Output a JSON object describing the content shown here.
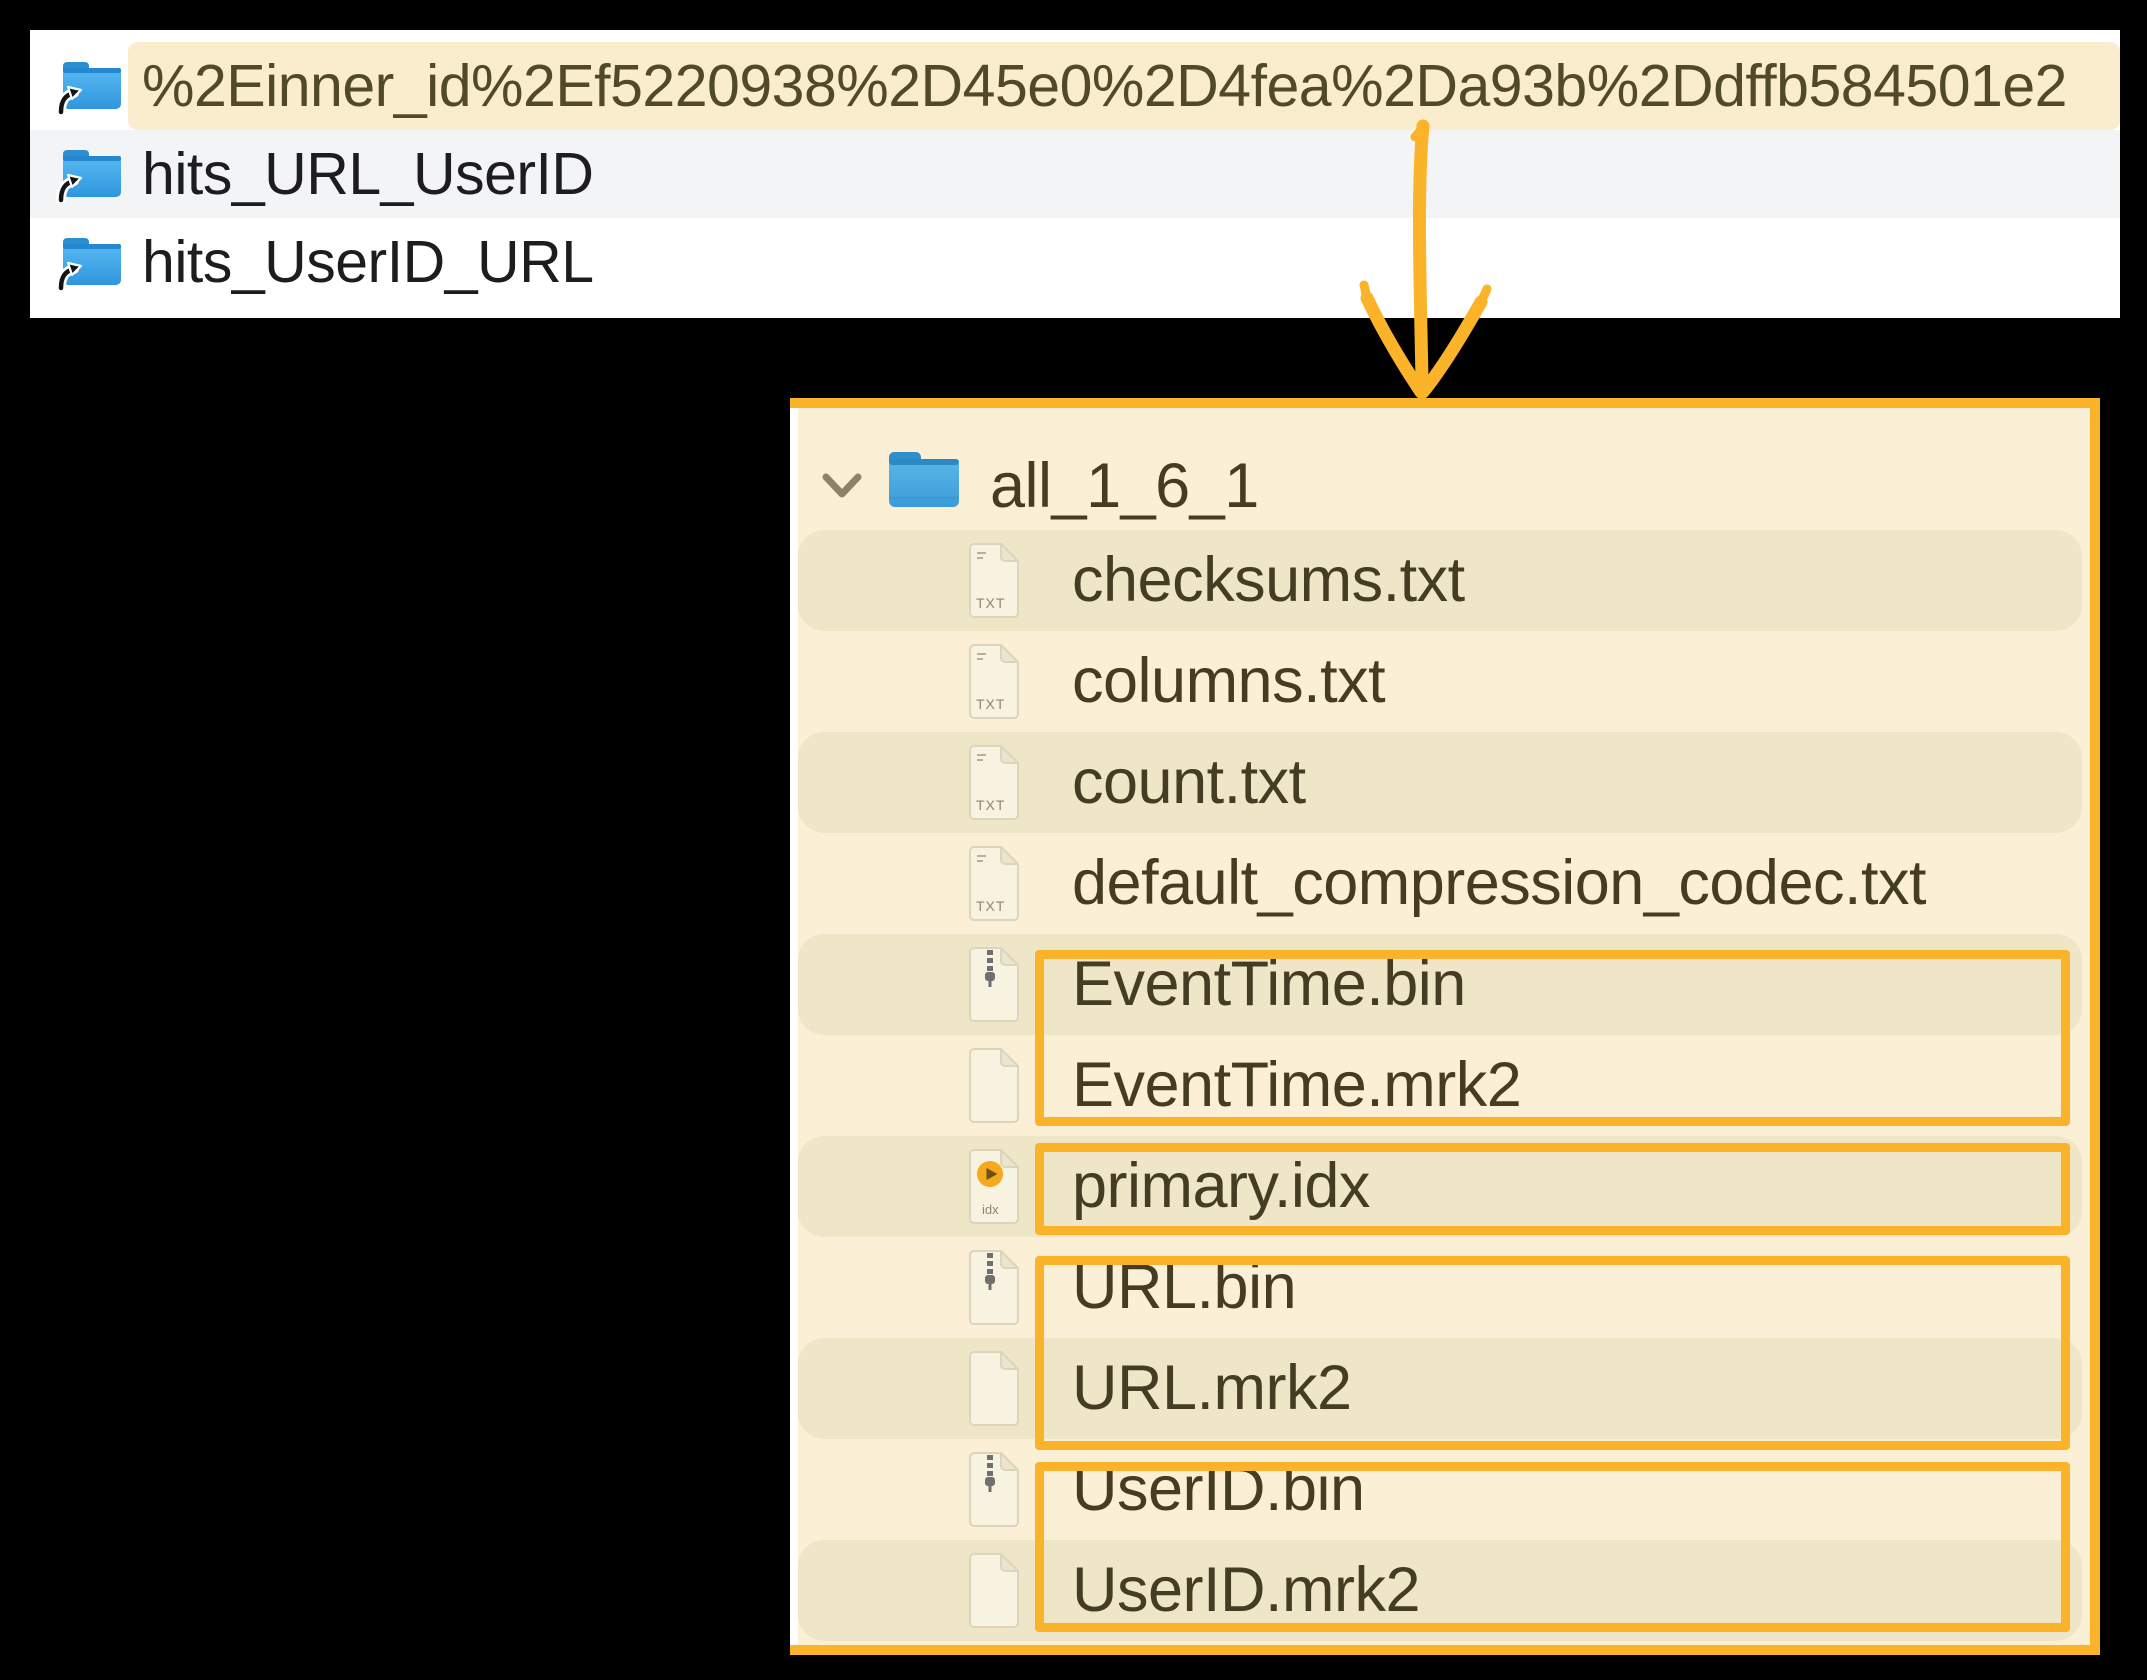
{
  "colors": {
    "annotation_orange": "#FBB32A",
    "selected_row_cream": "#FAEDCD",
    "alt_row_gray": "#F2F4F5",
    "panel_cream": "#FBF0D5",
    "stripe_beige": "#EFE5C7",
    "folder_blue": "#3FA4E6",
    "top_text_dark": "#1D1D1F",
    "selected_text_olive": "#504A2B",
    "tree_text_brown": "#443D24"
  },
  "top_panel": {
    "rows": [
      {
        "label": "%2Einner_id%2Ef5220938%2D45e0%2D4fea%2Da93b%2Ddffb584501e2",
        "selected": true,
        "icon": "alias-folder"
      },
      {
        "label": "hits_URL_UserID",
        "selected": false,
        "icon": "alias-folder"
      },
      {
        "label": "hits_UserID_URL",
        "selected": false,
        "icon": "alias-folder"
      }
    ]
  },
  "annotation": {
    "arrow_direction": "down",
    "highlight_boxes": [
      "EventTime.bin + EventTime.mrk2",
      "primary.idx",
      "URL.bin + URL.mrk2",
      "UserID.bin + UserID.mrk2"
    ]
  },
  "tree_panel": {
    "root": {
      "label": "all_1_6_1",
      "expanded": true
    },
    "files": [
      {
        "label": "checksums.txt",
        "kind": "txt"
      },
      {
        "label": "columns.txt",
        "kind": "txt"
      },
      {
        "label": "count.txt",
        "kind": "txt"
      },
      {
        "label": "default_compression_codec.txt",
        "kind": "txt"
      },
      {
        "label": "EventTime.bin",
        "kind": "bin"
      },
      {
        "label": "EventTime.mrk2",
        "kind": "mrk"
      },
      {
        "label": "primary.idx",
        "kind": "idx"
      },
      {
        "label": "URL.bin",
        "kind": "bin"
      },
      {
        "label": "URL.mrk2",
        "kind": "mrk"
      },
      {
        "label": "UserID.bin",
        "kind": "bin"
      },
      {
        "label": "UserID.mrk2",
        "kind": "mrk"
      }
    ],
    "icon_badges": {
      "txt": "TXT",
      "idx": "idx"
    }
  }
}
